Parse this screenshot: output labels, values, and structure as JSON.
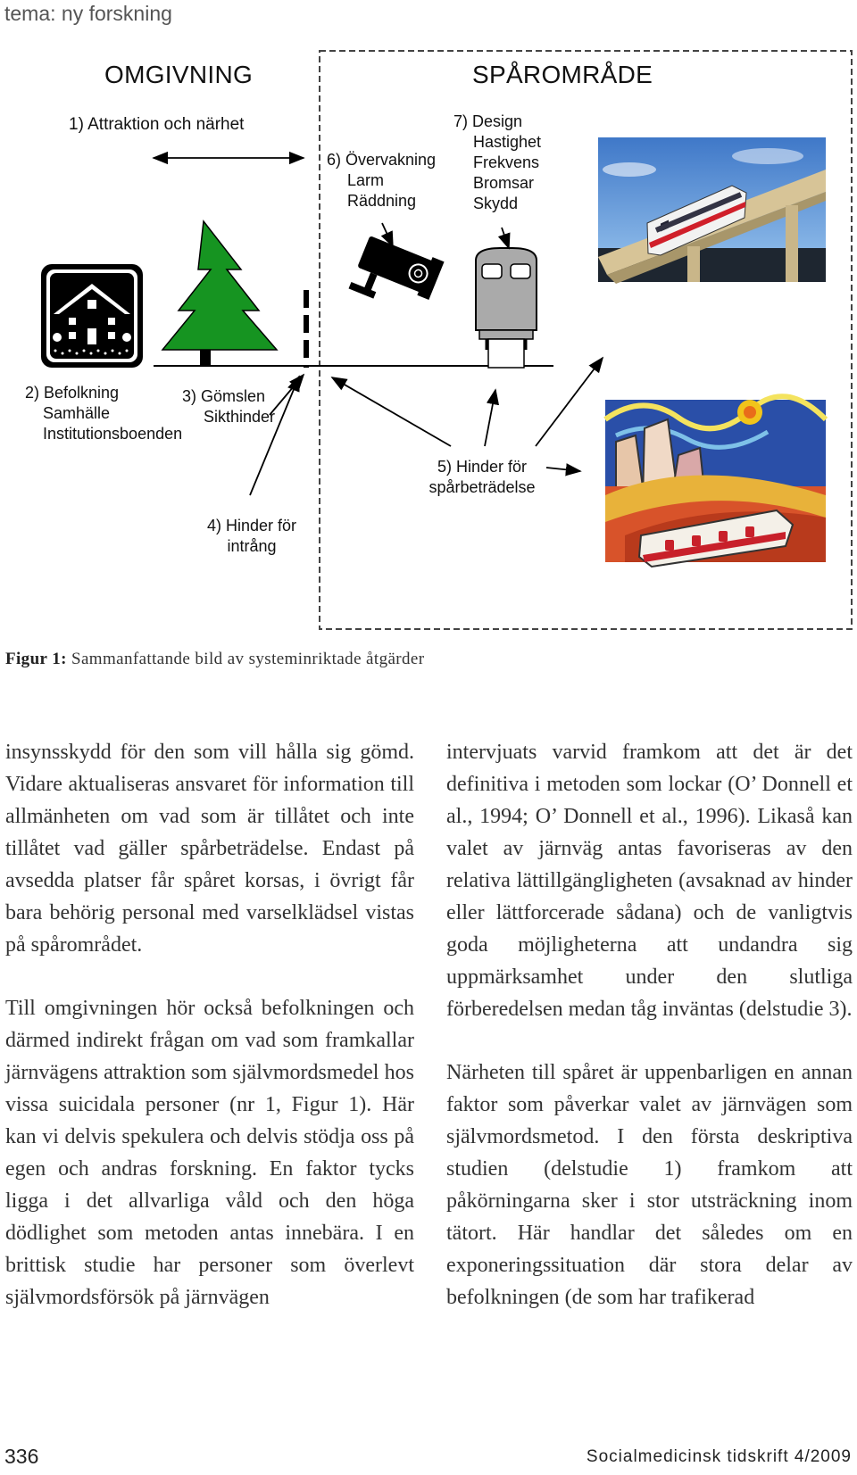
{
  "header": {
    "theme": "tema: ny forskning"
  },
  "figure": {
    "omgivning_heading": "OMGIVNING",
    "sparomrade_heading": "SPÅROMRÅDE",
    "label1": "1) Attraktion och närhet",
    "label2": [
      "2) Befolkning",
      "Samhälle",
      "Institutionsboenden"
    ],
    "label3": [
      "3) Gömslen",
      "Sikthinder"
    ],
    "label4": [
      "4) Hinder för",
      "intrång"
    ],
    "label5": [
      "5) Hinder för",
      "spårbeträdelse"
    ],
    "label6": [
      "6) Övervakning",
      "Larm",
      "Räddning"
    ],
    "label7": [
      "7) Design",
      "Hastighet",
      "Frekvens",
      "Bromsar",
      "Skydd"
    ],
    "icons": [
      "house-icon",
      "tree-icon",
      "surveillance-camera-icon",
      "train-front-icon",
      "monorail-photo",
      "painted-train-image"
    ]
  },
  "caption": {
    "prefix": "Figur 1:",
    "text": "Sammanfattande bild av systeminriktade åtgärder"
  },
  "body": {
    "left": [
      "insynsskydd för den som vill hålla sig gömd. Vidare aktualiseras ansvaret för information till allmänheten om vad som är tillåtet och inte tillåtet vad gäller spårbeträdelse. Endast på avsedda platser får spåret korsas, i övrigt får bara behörig personal med varselklädsel vistas på spårområdet.",
      "Till omgivningen hör också befolkningen och därmed indirekt frågan om vad som framkallar järnvägens attraktion som självmordsmedel hos vissa suicidala personer (nr 1, Figur 1). Här kan vi delvis spekulera och delvis stödja oss på egen och andras forskning. En faktor tycks ligga i det allvarliga våld och den höga dödlighet som metoden antas innebära. I en brittisk studie har personer som överlevt självmordsförsök på järnvägen"
    ],
    "right": [
      "intervjuats varvid framkom att det är det definitiva i metoden som lockar (O’ Donnell et al., 1994; O’ Donnell et al., 1996). Likaså kan valet av järnväg antas favoriseras av den relativa lättillgängligheten (avsaknad av hinder eller lättforcerade sådana) och de vanligtvis goda möjligheterna att undandra sig uppmärksamhet under den slutliga förberedelsen medan tåg inväntas (delstudie 3).",
      "Närheten till spåret är uppenbarligen en annan faktor som påverkar valet av järnvägen som självmordsmetod. I den första deskriptiva studien (delstudie 1) framkom att påkörningarna sker i stor utsträckning inom tätort. Här handlar det således om en exponeringssituation där stora delar av befolkningen (de som har trafikerad"
    ]
  },
  "footer": {
    "page_number": "336",
    "journal": "Socialmedicinsk tidskrift 4/2009"
  }
}
